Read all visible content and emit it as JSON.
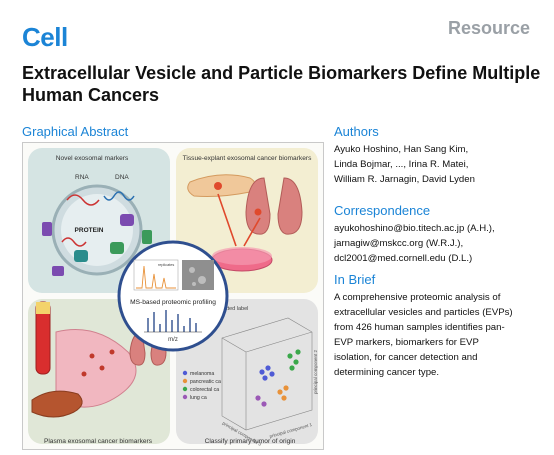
{
  "header": {
    "journal": "Cell",
    "section": "Resource"
  },
  "article": {
    "title": "Extracellular Vesicle and Particle Biomarkers Define Multiple Human Cancers"
  },
  "graphical_abstract": {
    "heading": "Graphical Abstract",
    "panels": {
      "top_left": "Novel exosomal markers",
      "top_right": "Tissue-explant exosomal cancer biomarkers",
      "bottom_left": "Plasma exosomal cancer biomarkers",
      "bottom_right": "Classify primary tumor of origin"
    },
    "labels": {
      "rna": "RNA",
      "dna": "DNA",
      "protein": "PROTEIN",
      "center": "MS-based proteomic profiling",
      "mz": "m/z",
      "replicates": "replicates",
      "predicted_label": "Predicted label",
      "pc1": "principal component 1",
      "pc2": "principal component 2",
      "pc3": "principal component 3"
    },
    "legend": [
      "melanoma",
      "pancreatic ca",
      "colorectal ca",
      "lung ca"
    ],
    "colors": {
      "melanoma": "#4f5bd5",
      "pancreatic": "#e8923a",
      "colorectal": "#3aa84a",
      "lung": "#9b59b6"
    }
  },
  "authors": {
    "heading": "Authors",
    "lines": [
      "Ayuko Hoshino, Han Sang Kim,",
      "Linda Bojmar, ..., Irina R. Matei,",
      "William R. Jarnagin, David Lyden"
    ]
  },
  "correspondence": {
    "heading": "Correspondence",
    "lines": [
      "ayukohoshino@bio.titech.ac.jp (A.H.),",
      "jarnagiw@mskcc.org (W.R.J.),",
      "dcl2001@med.cornell.edu (D.L.)"
    ]
  },
  "in_brief": {
    "heading": "In Brief",
    "lines": [
      "A comprehensive proteomic analysis of",
      "extracellular vesicles and particles (EVPs)",
      "from 426 human samples identifies pan-",
      "EVP markers, biomarkers for EVP",
      "isolation, for cancer detection and",
      "determining cancer type."
    ]
  }
}
